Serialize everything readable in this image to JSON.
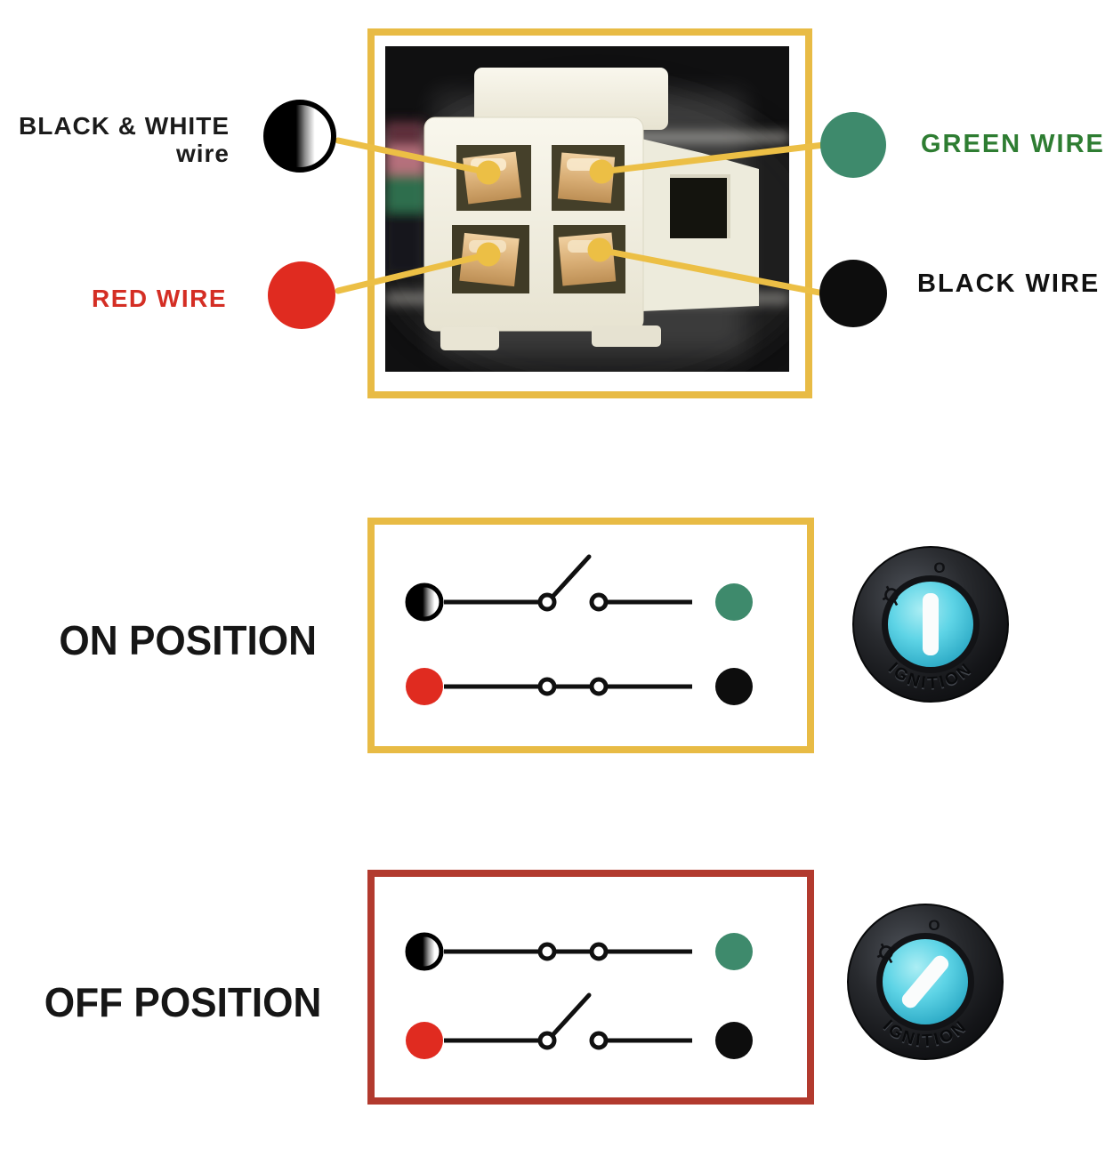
{
  "palette": {
    "gold": "#E8BB45",
    "off_box_red": "#B23A2E",
    "wire_red": "#E02B20",
    "wire_green": "#3E8A6C",
    "wire_black": "#0D0D0D",
    "green_text": "#2E7D32",
    "red_text": "#D42E24",
    "dark_text": "#1B1B1B",
    "ignition_cyan": "#5ED4E6"
  },
  "connector_section": {
    "labels": {
      "black_white_line1": "BLACK & WHITE",
      "black_white_line2": "wire",
      "green": "GREEN WIRE",
      "red": "RED WIRE",
      "black": "BLACK WIRE"
    }
  },
  "on_section": {
    "title": "ON POSITION",
    "rows": [
      {
        "from": "black-white-wire",
        "to": "green-wire",
        "contact": "open"
      },
      {
        "from": "red-wire",
        "to": "black-wire",
        "contact": "closed"
      }
    ]
  },
  "off_section": {
    "title": "OFF POSITION",
    "rows": [
      {
        "from": "black-white-wire",
        "to": "green-wire",
        "contact": "closed"
      },
      {
        "from": "red-wire",
        "to": "black-wire",
        "contact": "open"
      }
    ]
  },
  "ignition_switch": {
    "label": "IGNITION",
    "top_marker": "O"
  }
}
